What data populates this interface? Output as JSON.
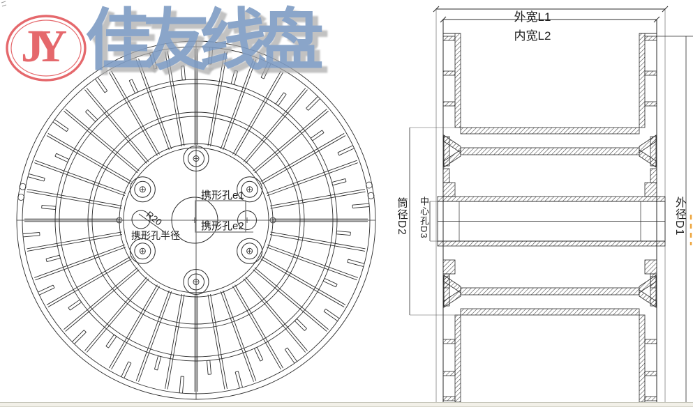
{
  "watermark": {
    "text": "佳友线盘"
  },
  "logo": {
    "text": "JY"
  },
  "front_view": {
    "label_hole_e1": "携形孔e1",
    "label_hole_e2": "携形孔e2",
    "label_hole_radius": "携形孔半径",
    "label_r20": "R20"
  },
  "side_view": {
    "label_outer_width": "外宽L1",
    "label_inner_width": "内宽L2",
    "label_barrel_diameter": "筒径D2",
    "label_center_hole": "中心孔D3",
    "label_outer_diameter": "外径D1"
  },
  "colors": {
    "ink": "#2b2b2b",
    "thin_line": "#555555",
    "hatch": "#3a3a3a",
    "rect_gray": "#7a7a7a",
    "corner_mark": "#9a9a9a",
    "watermark_fill": "#7e9cc4",
    "logo_red": "#e5686c",
    "accent_orange": "#eda43c",
    "footer_bg": "#f2f0e8",
    "paper": "#ffffff"
  }
}
